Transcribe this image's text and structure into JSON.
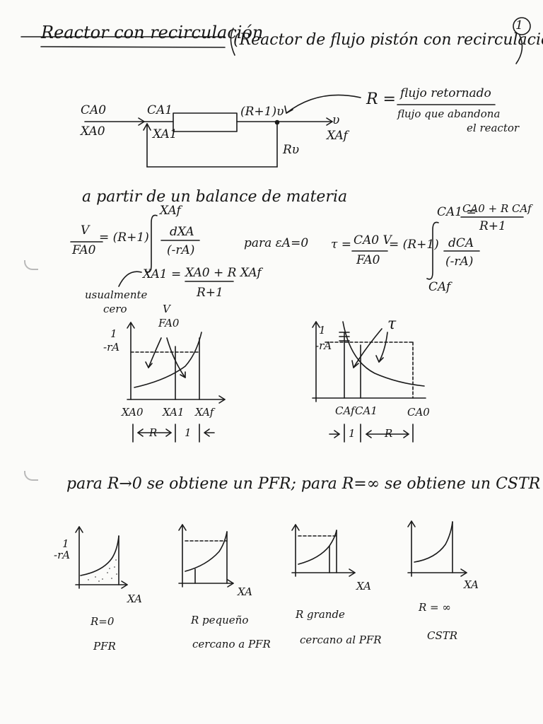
{
  "page_number": "1",
  "title": "Reactor con recirculación",
  "subtitle": "(Reactor de flujo pistón con recirculación)",
  "diagram": {
    "inlet_c": "CA0",
    "inlet_x": "XA0",
    "c1": "CA1",
    "x1": "XA1",
    "recycle_flow": "(R+1)υ",
    "outlet_v": "υ",
    "outlet_x": "XAf",
    "recycle_stream": "Rυ",
    "r_def_lhs": "R =",
    "r_def_num": "flujo retornado",
    "r_def_den_1": "flujo que abandona",
    "r_def_den_2": "el reactor"
  },
  "balance": {
    "intro": "a partir de un balance de materia",
    "lhs_num": "V",
    "lhs_den": "FA0",
    "eq_coeff": "= (R+1)",
    "int_upper": "XAf",
    "integrand_num": "dXA",
    "integrand_den": "(-rA)",
    "int_lower": "XA1 =",
    "xa1_num": "XA0 + R XAf",
    "xa1_den": "R+1",
    "note_1": "usualmente",
    "note_2": "cero",
    "condition": "para εA=0",
    "tau_lhs": "τ =",
    "tau_num": "CA0 V",
    "tau_den": "FA0",
    "tau_coeff": "= (R+1)",
    "tau_upper_lhs": "CA1 =",
    "tau_upper_num": "CA0 + R CAf",
    "tau_upper_den": "R+1",
    "tau_integrand_num": "dCA",
    "tau_integrand_den": "(-rA)",
    "tau_lower": "CAf"
  },
  "plot_left": {
    "ylabel_num": "1",
    "ylabel_den": "-rA",
    "annotation_num": "V",
    "annotation_den": "FA0",
    "ticks": [
      "XA0",
      "XA1",
      "XAf"
    ],
    "span_r": "R",
    "span_1": "1"
  },
  "plot_right": {
    "ylabel_num": "1",
    "ylabel_den": "-rA",
    "annotation": "τ",
    "ticks": [
      "CAf",
      "CA1",
      "CA0"
    ],
    "span_1": "1",
    "span_r": "R"
  },
  "limits_sentence": "para R→0 se obtiene un PFR; para R=∞ se obtiene un CSTR",
  "small_plots": [
    {
      "ylabel_num": "1",
      "ylabel_den": "-rA",
      "xlabel": "XA",
      "case": "R=0",
      "desc": "PFR"
    },
    {
      "xlabel": "XA",
      "case": "R pequeño",
      "desc": "cercano a PFR"
    },
    {
      "xlabel": "XA",
      "case": "R grande",
      "desc": "cercano al PFR"
    },
    {
      "xlabel": "XA",
      "case": "R = ∞",
      "desc": "CSTR"
    }
  ]
}
